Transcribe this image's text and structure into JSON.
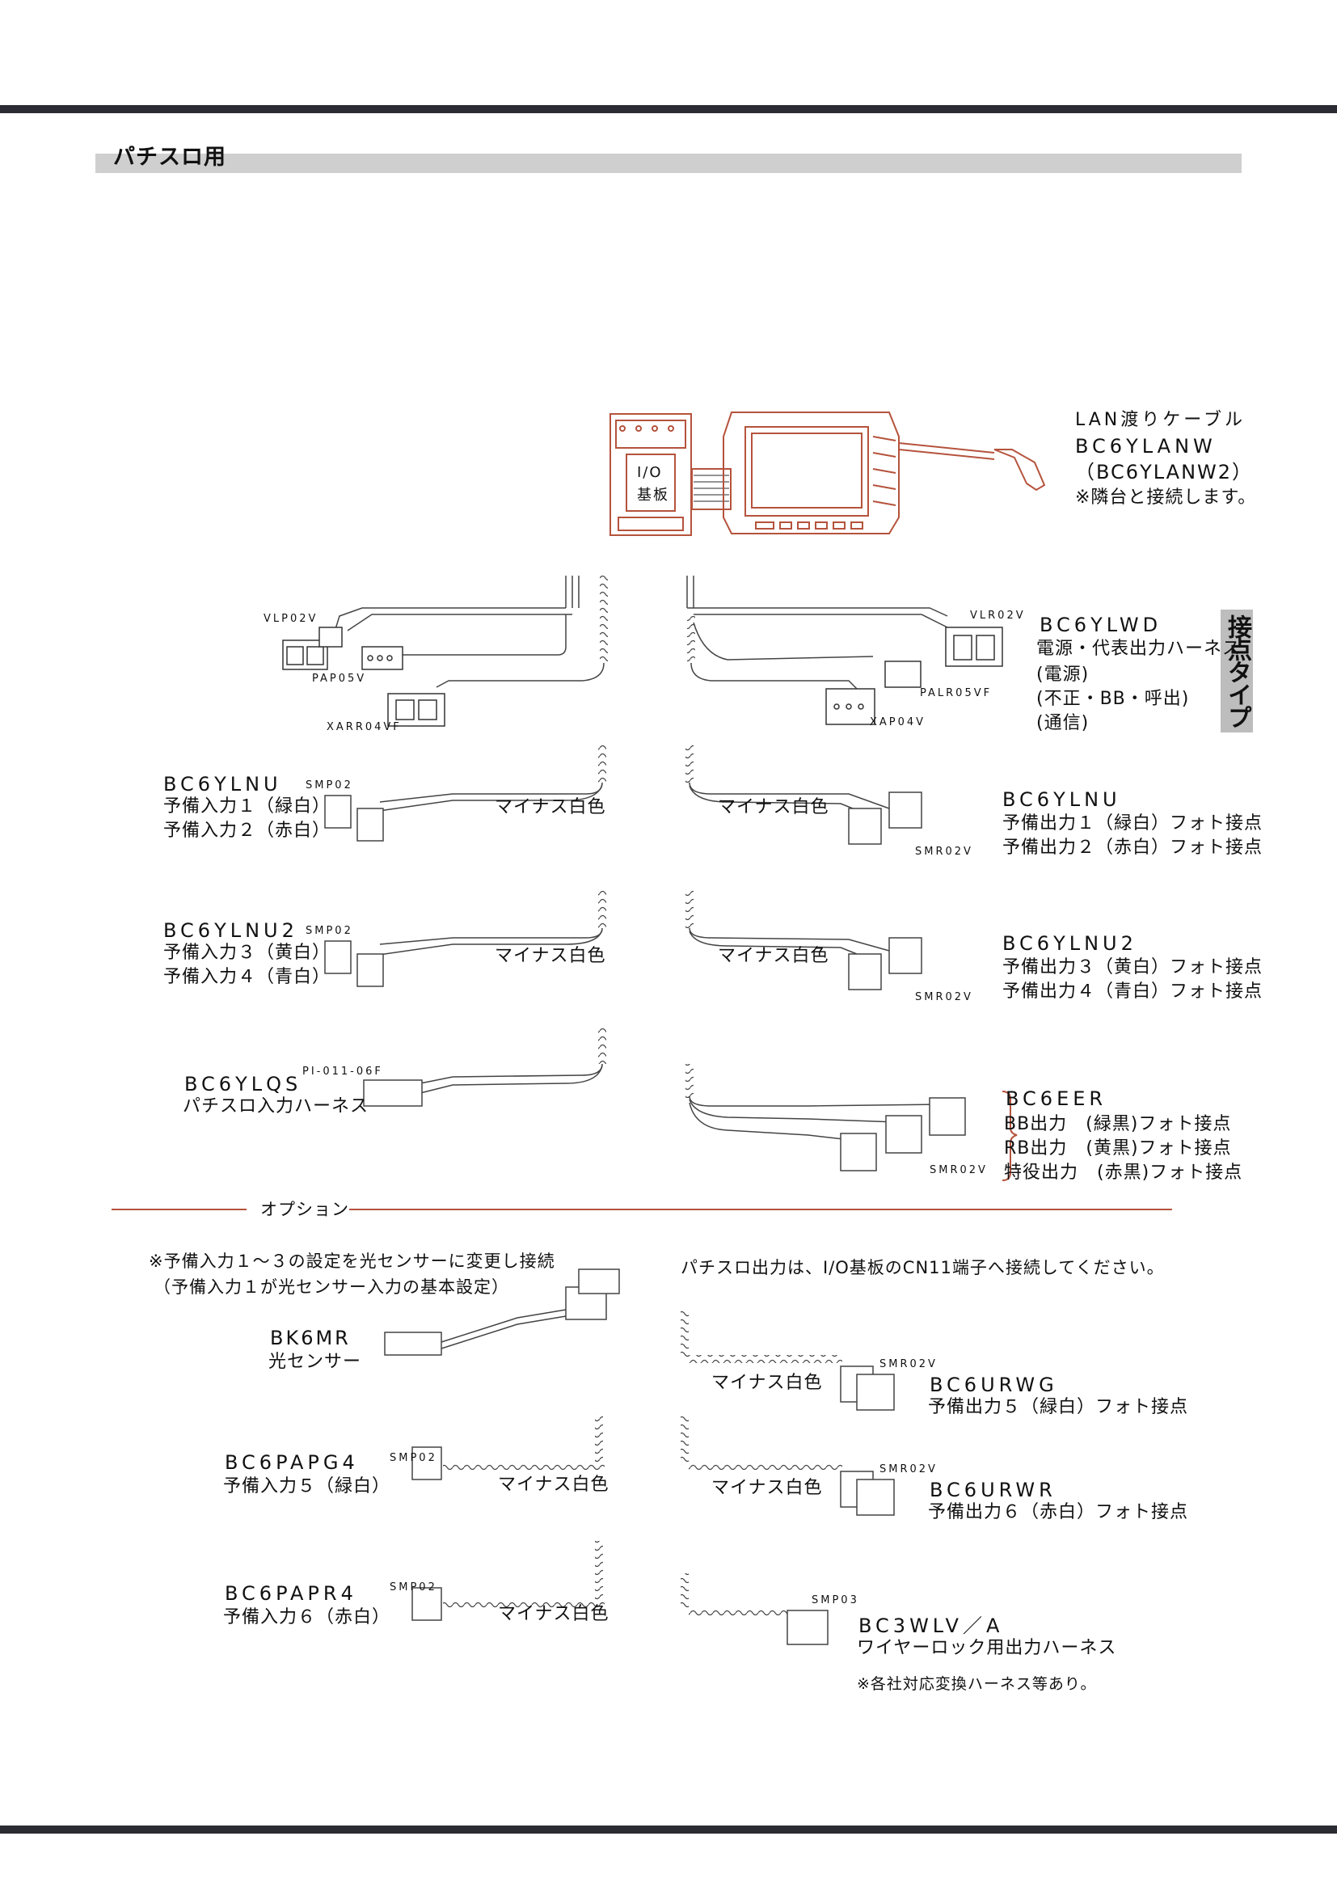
{
  "header": {
    "title": "パチスロ用"
  },
  "side_tab": "接点タイプ",
  "top_unit": {
    "io_label_1": "I/O",
    "io_label_2": "基板"
  },
  "lan": {
    "title": "LAN渡りケーブル",
    "code": "BC6YLANW",
    "alt": "（BC6YLANW2）",
    "note": "※隣台と接続します。"
  },
  "lwd": {
    "code": "BC6YLWD",
    "desc": "電源・代表出力ハーネス",
    "line1": "(電源)",
    "line2": "(不正・BB・呼出)",
    "line3": "(通信)",
    "conn_vlp": "VLP02V",
    "conn_pap": "PAP05V",
    "conn_xarr": "XARR04VF",
    "conn_vlr": "VLR02V",
    "conn_palr": "PALR05VF",
    "conn_xap": "XAP04V"
  },
  "left1": {
    "code": "BC6YLNU",
    "conn": "SMP02",
    "line1": "予備入力１（緑白）",
    "line2": "予備入力２（赤白）",
    "minus": "マイナス白色"
  },
  "right1": {
    "code": "BC6YLNU",
    "conn": "SMR02V",
    "line1": "予備出力１（緑白）フォト接点",
    "line2": "予備出力２（赤白）フォト接点",
    "minus": "マイナス白色"
  },
  "left2": {
    "code": "BC6YLNU2",
    "conn": "SMP02",
    "line1": "予備入力３（黄白）",
    "line2": "予備入力４（青白）",
    "minus": "マイナス白色"
  },
  "right2": {
    "code": "BC6YLNU2",
    "conn": "SMR02V",
    "line1": "予備出力３（黄白）フォト接点",
    "line2": "予備出力４（青白）フォト接点",
    "minus": "マイナス白色"
  },
  "left3": {
    "code": "BC6YLQS",
    "conn": "PI-011-06F",
    "line1": "パチスロ入力ハーネス"
  },
  "right3": {
    "code": "BC6EER",
    "conn": "SMR02V",
    "line1": "BB出力　(緑黒)フォト接点",
    "line2": "RB出力　(黄黒)フォト接点",
    "line3": "特役出力　(赤黒)フォト接点"
  },
  "option": {
    "label": "オプション"
  },
  "sensor": {
    "note1": "※予備入力１～３の設定を光センサーに変更し接続",
    "note2": "（予備入力１が光センサー入力の基本設定）",
    "code": "BK6MR",
    "name": "光センサー"
  },
  "output_note": "パチスロ出力は、I/O基板のCN11端子へ接続してください。",
  "papg4": {
    "code": "BC6PAPG4",
    "line1": "予備入力５（緑白）",
    "conn": "SMP02",
    "minus": "マイナス白色"
  },
  "papr4": {
    "code": "BC6PAPR4",
    "line1": "予備入力６（赤白）",
    "conn": "SMP02",
    "minus": "マイナス白色"
  },
  "urwg": {
    "code": "BC6URWG",
    "line1": "予備出力５（緑白）フォト接点",
    "conn": "SMR02V",
    "minus": "マイナス白色"
  },
  "urwr": {
    "code": "BC6URWR",
    "line1": "予備出力６（赤白）フォト接点",
    "conn": "SMR02V",
    "minus": "マイナス白色"
  },
  "wlv": {
    "code": "BC3WLV／A",
    "line1": "ワイヤーロック用出力ハーネス",
    "conn": "SMP03",
    "note": "※各社対応変換ハーネス等あり。"
  },
  "colors": {
    "accent_red": "#b5533c",
    "line": "#333333",
    "bar": "#2b2b33",
    "band": "#cfcfcf"
  }
}
